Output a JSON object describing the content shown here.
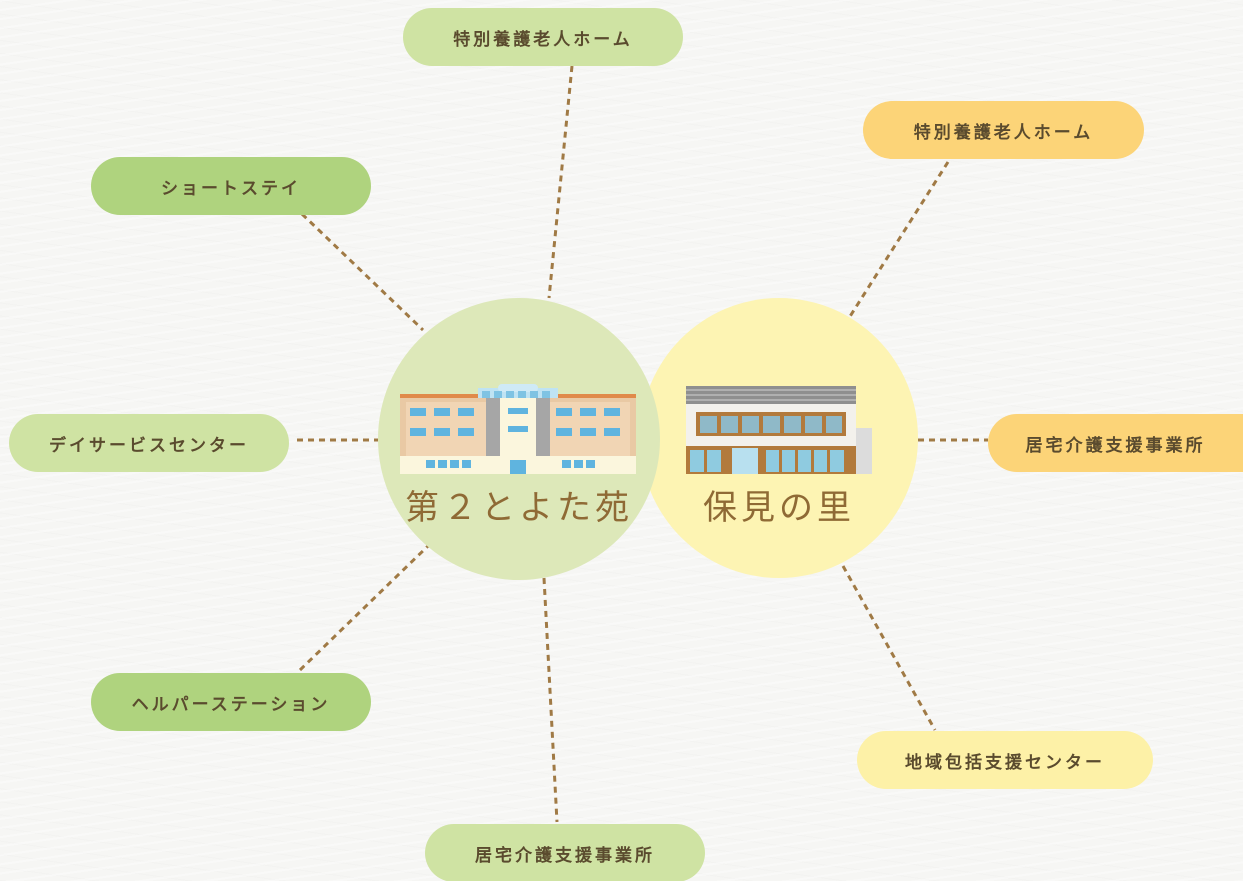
{
  "hubs": {
    "toyota": {
      "name": "第２とよた苑",
      "color": "#dde8b9"
    },
    "homi": {
      "name": "保見の里",
      "color": "#fdf4b3"
    }
  },
  "toyota_services": {
    "top": "特別養護老人ホーム",
    "upper_left": "ショートステイ",
    "left": "デイサービスセンター",
    "lower_left": "ヘルパーステーション",
    "bottom": "居宅介護支援事業所"
  },
  "homi_services": {
    "upper_right": "特別養護老人ホーム",
    "right": "居宅介護支援事業所",
    "lower_right": "地域包括支援センター"
  },
  "colors": {
    "connector": "#a07a45",
    "pill_green": "#afd37e",
    "pill_green_light": "#cfe3a3",
    "pill_orange": "#fcd478",
    "pill_yellow": "#fdf1a7",
    "text_brown": "#8f6a35"
  },
  "icons": {
    "toyota_building": "building-icon",
    "homi_building": "building-icon"
  }
}
